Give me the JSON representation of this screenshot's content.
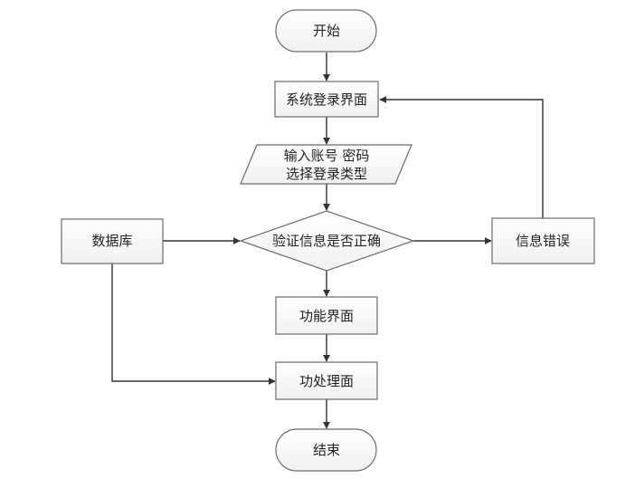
{
  "colors": {
    "box_fill": "#ffffff",
    "box_gradient_end": "#f1f1f1",
    "stroke": "#6b6b6b",
    "connector": "#333333",
    "text": "#222222"
  },
  "nodes": {
    "start": "开始",
    "login_screen": "系统登录界面",
    "input_line1": "输入账号 密码",
    "input_line2": "选择登录类型",
    "database": "数据库",
    "verify": "验证信息是否正确",
    "info_error": "信息错误",
    "function_screen": "功能界面",
    "processing_screen": "功处理面",
    "end": "结束"
  }
}
